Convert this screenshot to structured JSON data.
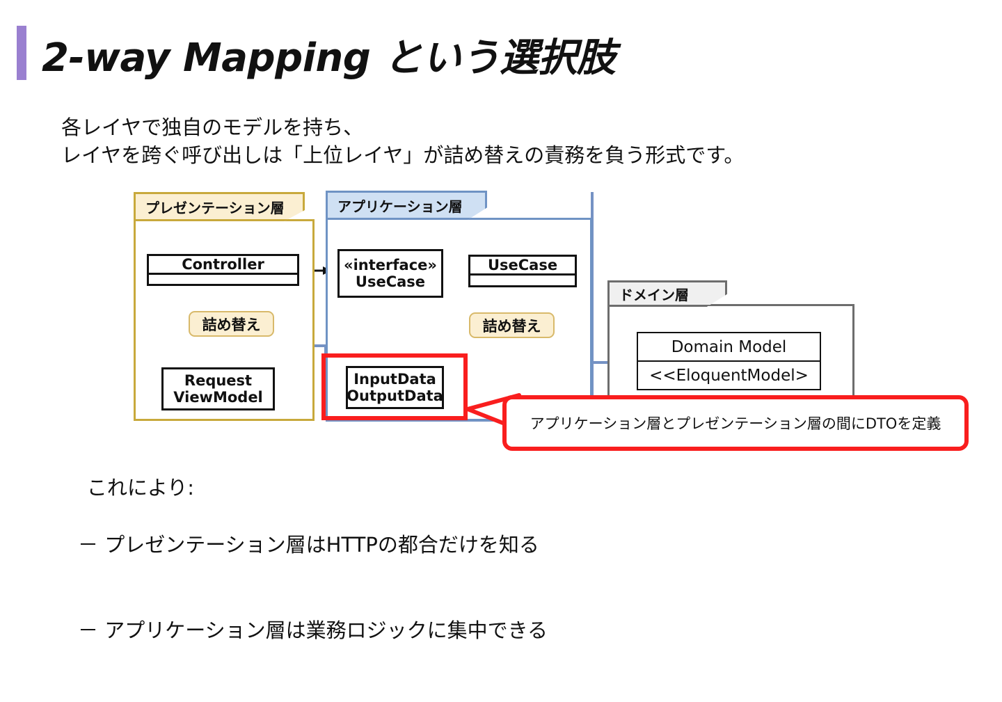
{
  "slide": {
    "title": "2-way Mapping という選択肢",
    "accent_color": "#9a80d0",
    "lead_text": "各レイヤで独自のモデルを持ち、\nレイヤを跨ぐ呼び出しは「上位レイヤ」が詰め替えの責務を負う形式です。",
    "outro_heading": "これにより:",
    "outro_bullets": [
      "－ プレゼンテーション層はHTTPの都合だけを知る",
      "－ アプリケーション層は業務ロジックに集中できる"
    ]
  },
  "diagram": {
    "packages": [
      {
        "id": "presentation",
        "label": "プレゼンテーション層",
        "border_color": "#c8a93c",
        "tab_fill": "#fbefd2"
      },
      {
        "id": "application",
        "label": "アプリケーション層",
        "border_color": "#6f93c4",
        "tab_fill": "#cfe0f3"
      },
      {
        "id": "domain",
        "label": "ドメイン層",
        "border_color": "#6d6d6d",
        "tab_fill": "#f0f0f0"
      }
    ],
    "classes": [
      {
        "id": "controller",
        "name": "Controller",
        "compartment": true
      },
      {
        "id": "usecase-if",
        "name": "«interface»\nUseCase",
        "compartment": false
      },
      {
        "id": "usecase",
        "name": "UseCase",
        "compartment": true
      },
      {
        "id": "request-vm",
        "name": "Request\nViewModel",
        "compartment": false
      },
      {
        "id": "inout-data",
        "name": "InputData\nOutputData",
        "compartment": false
      },
      {
        "id": "domain-model",
        "name": "Domain Model",
        "stereotype": "<<EloquentModel>"
      }
    ],
    "chips": [
      {
        "id": "repack-presentation",
        "label": "詰め替え"
      },
      {
        "id": "repack-application",
        "label": "詰め替え"
      }
    ],
    "highlight": {
      "color": "#f91e1e",
      "target": "inout-data"
    },
    "callout": {
      "text": "アプリケーション層とプレゼンテーション層の間にDTOを定義",
      "border_color": "#f91e1e"
    },
    "connector_color": "#7592c4"
  }
}
